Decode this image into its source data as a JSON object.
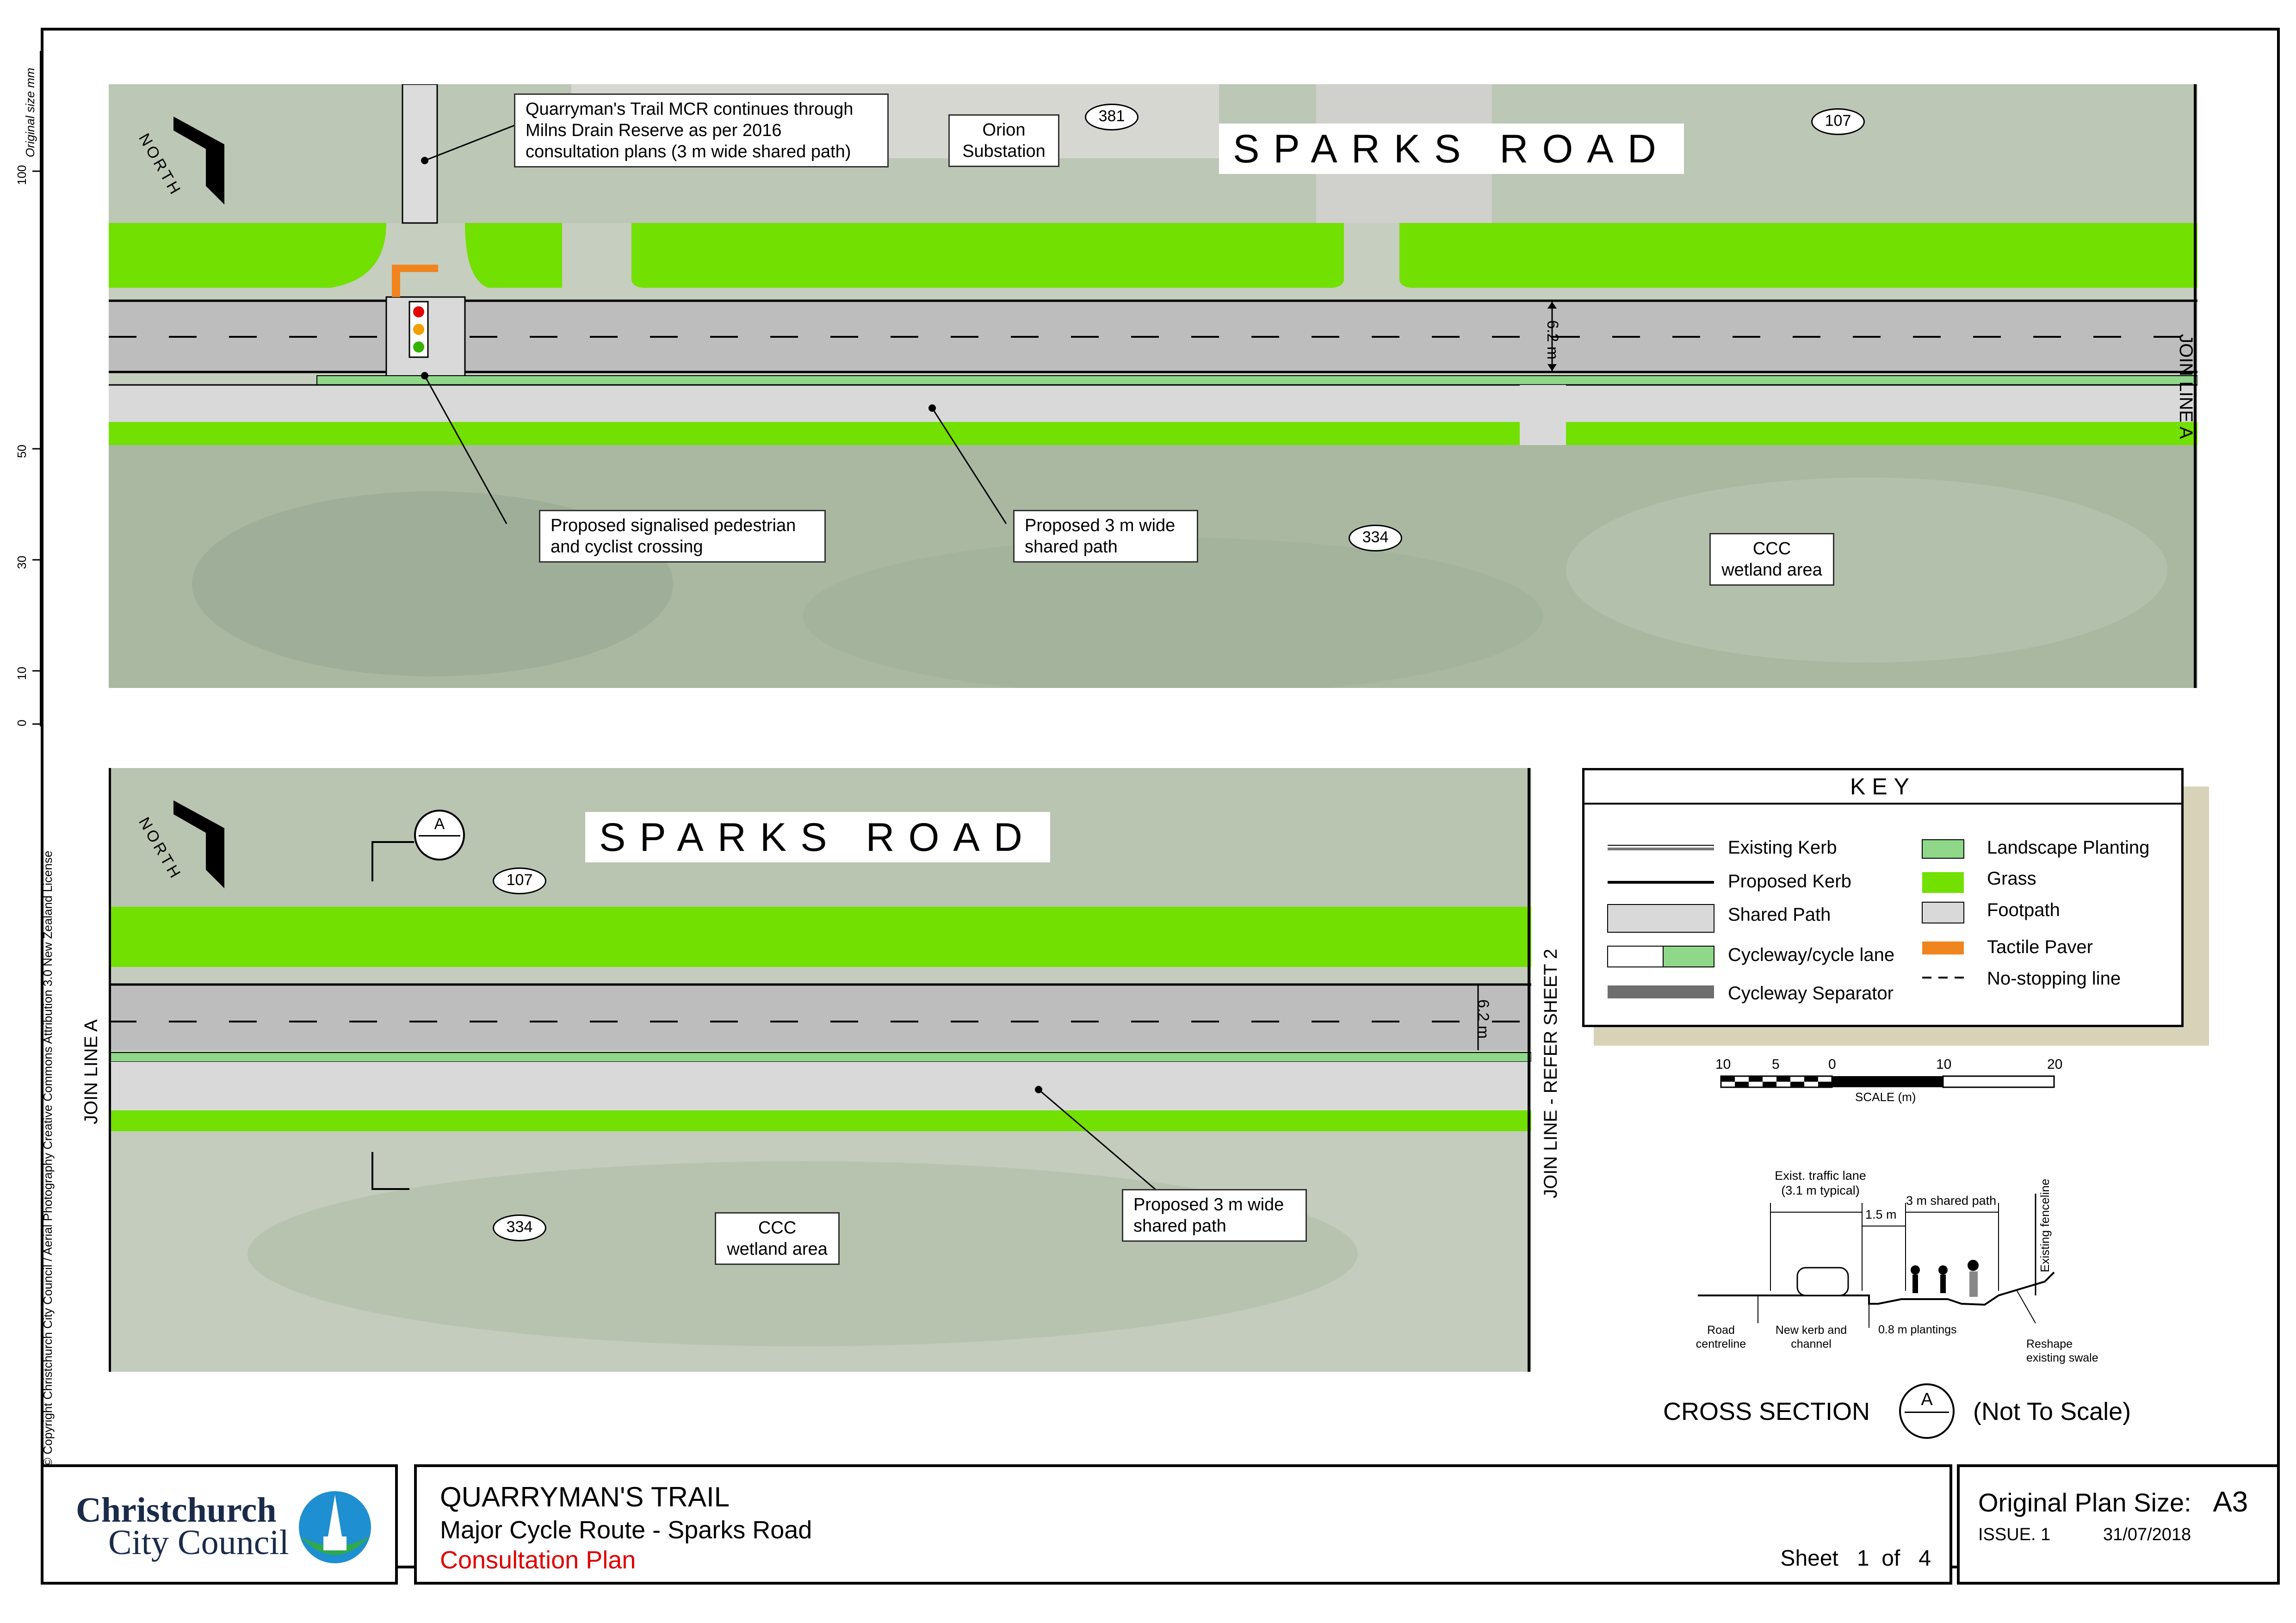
{
  "upper_plan": {
    "road_name": "SPARKS ROAD",
    "north_label": "NORTH",
    "callouts": {
      "quarryman": "Quarryman's Trail MCR continues through Milns Drain Reserve as per 2016 consultation plans (3 m wide shared path)",
      "orion": "Orion Substation",
      "crossing": "Proposed signalised pedestrian and cyclist crossing",
      "shared_path": "Proposed 3 m wide shared path",
      "wetland": "CCC wetland area"
    },
    "lot_numbers": [
      "381",
      "107",
      "334"
    ],
    "dimension": "6.2 m",
    "join_line": "JOIN LINE A"
  },
  "lower_plan": {
    "road_name": "SPARKS ROAD",
    "north_label": "NORTH",
    "section_marker": "A",
    "callouts": {
      "shared_path": "Proposed 3 m wide shared path",
      "wetland": "CCC wetland area"
    },
    "lot_numbers": [
      "107",
      "334"
    ],
    "dimension": "6.2 m",
    "join_left": "JOIN LINE A",
    "join_right": "JOIN LINE - REFER SHEET 2"
  },
  "scale_ruler": {
    "caption": "Original size mm",
    "ticks": [
      "100",
      "50",
      "30",
      "10",
      "0"
    ]
  },
  "copyright": "© Copyright Christchurch City Council  / Aerial Photography Creative Commons Attribution 3.0 New Zealand License",
  "key": {
    "title": "KEY",
    "items_left": [
      "Existing Kerb",
      "Proposed Kerb",
      "Shared Path",
      "Cycleway/cycle lane",
      "Cycleway Separator"
    ],
    "items_right": [
      "Landscape Planting",
      "Grass",
      "Footpath",
      "Tactile Paver",
      "No-stopping line"
    ],
    "colors": {
      "grass": "#72e000",
      "landscape": "#8fd88a",
      "footpath": "#d9d9d9",
      "tactile": "#f0841e",
      "separator": "#6e6e6e"
    }
  },
  "scale_bar": {
    "labels": [
      "10",
      "5",
      "0",
      "10",
      "20"
    ],
    "caption": "SCALE (m)"
  },
  "cross_section": {
    "labels": {
      "traffic_lane": "Exist. traffic lane (3.1 m typical)",
      "shared_path": "3 m shared path",
      "buffer": "1.5 m",
      "fenceline": "Existing fenceline",
      "centreline": "Road centreline",
      "kerb": "New kerb and channel",
      "plantings": "0.8 m plantings",
      "swale": "Reshape existing swale"
    },
    "title": "CROSS SECTION",
    "marker": "A",
    "note": "(Not To Scale)"
  },
  "title_block": {
    "org_line1": "Christchurch",
    "org_line2": "City Council",
    "project": "QUARRYMAN'S TRAIL",
    "subtitle": "Major Cycle Route - Sparks Road",
    "status": "Consultation Plan",
    "sheet_label": "Sheet",
    "sheet_no": "1",
    "sheet_of": "of",
    "sheet_total": "4",
    "plan_size_label": "Original Plan Size:",
    "plan_size": "A3",
    "issue": "ISSUE. 1",
    "date": "31/07/2018",
    "status_color": "#e00000"
  }
}
